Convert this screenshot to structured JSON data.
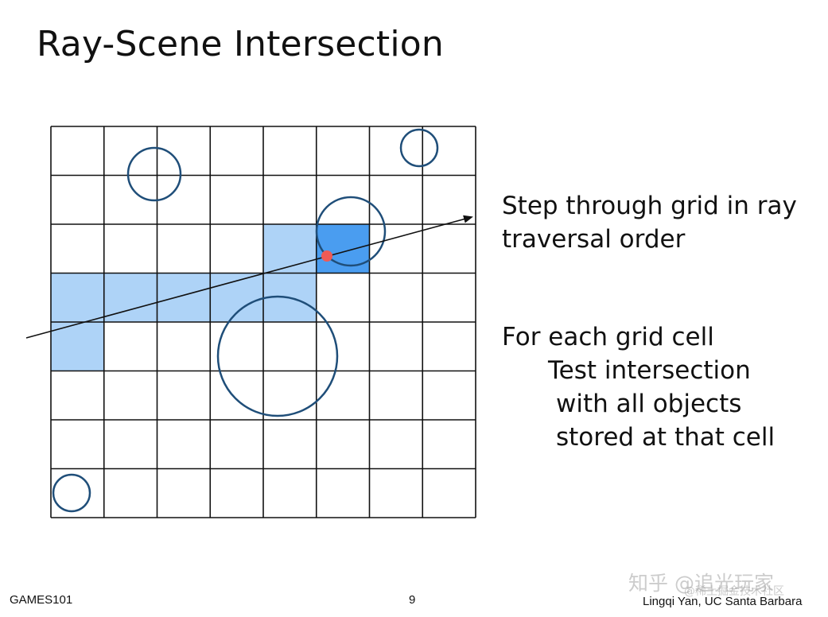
{
  "slide": {
    "title": "Ray-Scene Intersection"
  },
  "bullets": {
    "step_line1": "Step through grid in ray",
    "step_line2": "traversal order",
    "foreach_line1": "For each grid cell",
    "foreach_line2": "Test intersection",
    "foreach_line3": "with all objects",
    "foreach_line4": "stored at that cell"
  },
  "footer": {
    "course": "GAMES101",
    "page_number": "9",
    "author": "Lingqi Yan, UC Santa Barbara"
  },
  "watermark": {
    "main": "知乎 @追光玩家",
    "sub": "@稀土掘金技术社区"
  },
  "diagram": {
    "grid_columns": 8,
    "grid_rows": 8,
    "traversed_cells": [
      {
        "col": 0,
        "row": 3
      },
      {
        "col": 0,
        "row": 4
      },
      {
        "col": 1,
        "row": 3
      },
      {
        "col": 2,
        "row": 3
      },
      {
        "col": 3,
        "row": 3
      },
      {
        "col": 4,
        "row": 2
      },
      {
        "col": 4,
        "row": 3
      }
    ],
    "hit_cell": {
      "col": 5,
      "row": 2
    },
    "colors": {
      "grid_line": "#111111",
      "traversed_fill": "#aed3f7",
      "hit_fill": "#4a9df0",
      "circle_stroke": "#1f4e79",
      "ray": "#111111",
      "hit_point": "#f05a55"
    }
  }
}
